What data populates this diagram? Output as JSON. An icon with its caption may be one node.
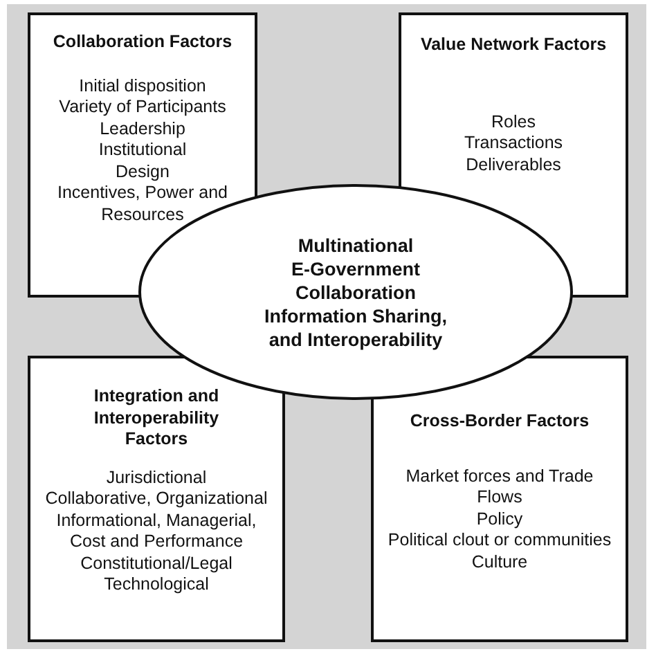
{
  "diagram": {
    "nodes": [
      {
        "text": [
          "Collaboration Factors",
          "Initial disposition",
          "Variety of Participants",
          "Leadership",
          "Institutional",
          "Design",
          "Incentives, Power and",
          "Resources"
        ]
      },
      {
        "text": [
          "Value Network Factors",
          "Roles",
          "Transactions",
          "Deliverables"
        ]
      },
      {
        "text": [
          "Multinational",
          "E-Government",
          "Collaboration",
          "Information Sharing,",
          "and Interoperability"
        ]
      },
      {
        "text": [
          "Integration and Interoperability Factors",
          "Jurisdictional",
          "Collaborative, Organizational",
          "Informational, Managerial,",
          "Cost and Performance",
          "Constitutional/Legal",
          "Technological"
        ]
      },
      {
        "text": [
          "Cross-Border Factors",
          "Market forces and Trade",
          "Flows",
          "Policy",
          "Political clout or communities",
          "Culture"
        ]
      }
    ]
  }
}
